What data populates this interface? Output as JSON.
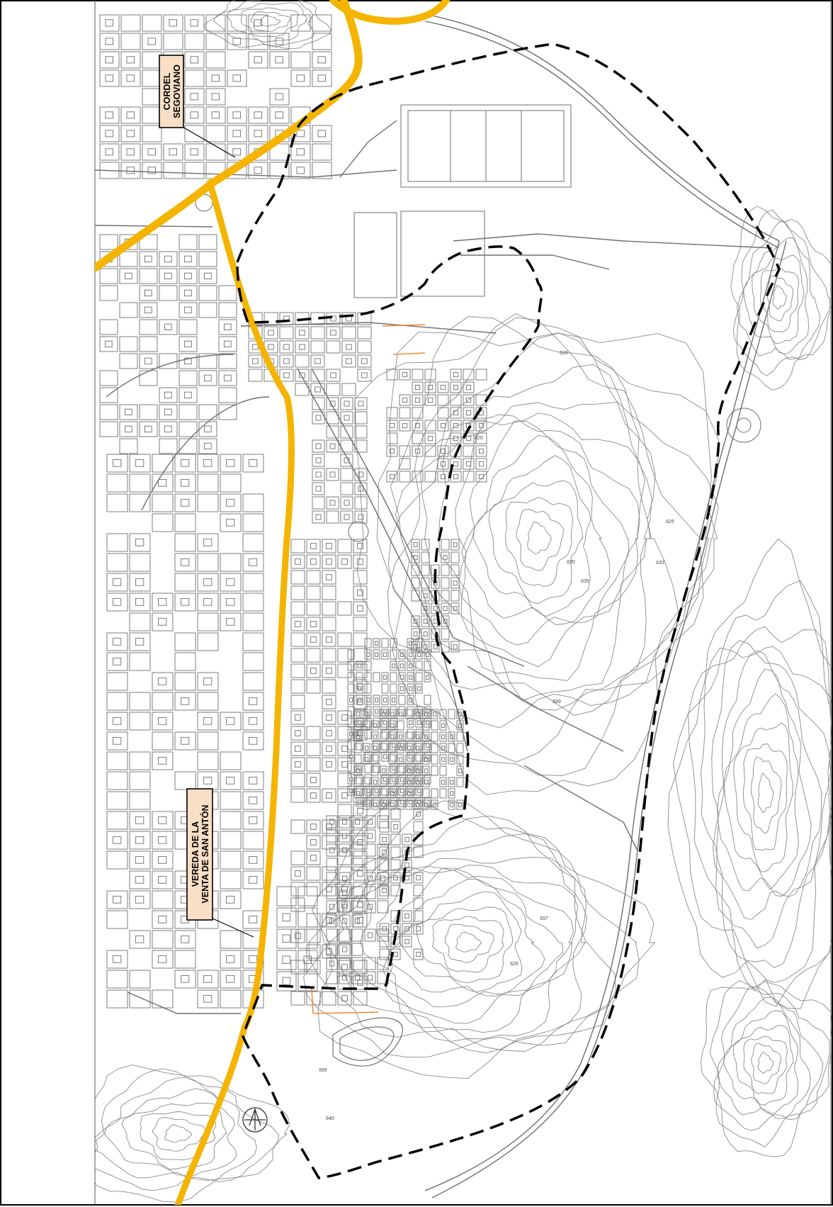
{
  "map": {
    "labels": {
      "cordel_line1": "CORDEL",
      "cordel_line2": "SEGOVIANO",
      "vereda_line1": "VEREDA DE LA",
      "vereda_line2": "VENTA DE SAN ANTÓN"
    },
    "contour_numbers": [
      "615",
      "620",
      "625",
      "630",
      "635",
      "633",
      "599",
      "597",
      "595",
      "640",
      "625"
    ],
    "colors": {
      "path_highlight": "#F4B400",
      "label_fill": "#F9DFC6",
      "label_border": "#000000",
      "contour": "#8A8A8A",
      "boundary": "#000000",
      "parcel": "#6E6E6E",
      "accent_orange": "#F08A2A"
    },
    "icons": [
      "north-arrow-icon"
    ]
  }
}
